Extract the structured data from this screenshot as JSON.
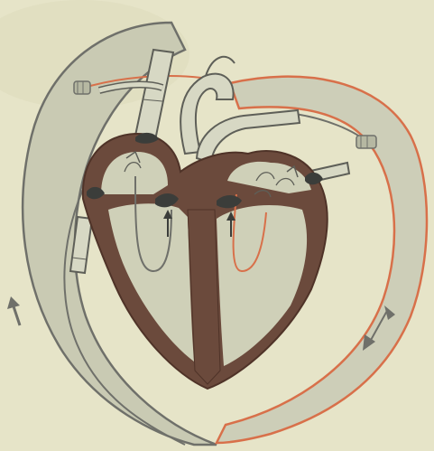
{
  "figure": {
    "labels": [],
    "colors": {
      "paper": "#e6e4c8",
      "paper_shade": "#dcdab9",
      "body_fill": "#c9cab3",
      "venous_line": "#6f706a",
      "arterial_line": "#d8704a",
      "heart_wall": "#6b4a3c",
      "heart_wall_dark": "#4f3328",
      "vessel_fill": "#d7d8c4",
      "vessel_stroke": "#5e5f58",
      "chamber_fill": "#cfd0b8",
      "valve_fill": "#3b3d3a"
    },
    "icons": [
      "venous-circulation-loop",
      "arterial-circulation-loop",
      "heart-septum",
      "left-atrium",
      "right-atrium",
      "left-ventricle",
      "right-ventricle",
      "superior-vena-cava",
      "inferior-vena-cava",
      "aortic-arch",
      "pulmonary-artery",
      "mitral-valve",
      "tricuspid-valve",
      "semilunar-valves",
      "flow-arrows"
    ]
  }
}
